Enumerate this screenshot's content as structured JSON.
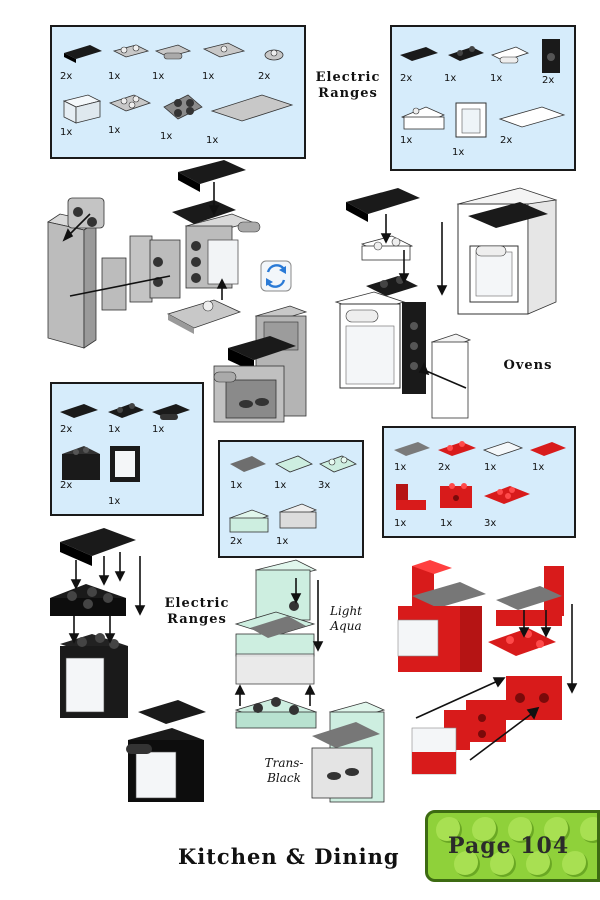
{
  "headings": {
    "electric_ranges_1": "Electric Ranges",
    "ovens": "Ovens",
    "electric_ranges_2": "Electric Ranges"
  },
  "notes": {
    "light_aqua": "Light Aqua",
    "trans_black": "Trans-Black"
  },
  "panels": {
    "p1": [
      "2x",
      "1x",
      "1x",
      "1x",
      "2x",
      "1x",
      "1x",
      "1x",
      "1x"
    ],
    "p2": [
      "2x",
      "1x",
      "1x",
      "2x",
      "1x",
      "1x",
      "2x"
    ],
    "p3": [
      "2x",
      "1x",
      "1x",
      "2x",
      "1x"
    ],
    "p4": [
      "1x",
      "1x",
      "3x",
      "2x",
      "1x"
    ],
    "p5": [
      "1x",
      "2x",
      "1x",
      "1x",
      "1x",
      "1x",
      "3x"
    ]
  },
  "footer": {
    "section_title": "Kitchen & Dining",
    "page_label": "Page 104"
  },
  "colors": {
    "panel_bg": "#d6ecfb",
    "light_gray": "#b8b8b8",
    "black": "#1a1a1a",
    "red": "#d81b1b",
    "light_aqua": "#cdeee0",
    "badge_green": "#8fd13a"
  }
}
